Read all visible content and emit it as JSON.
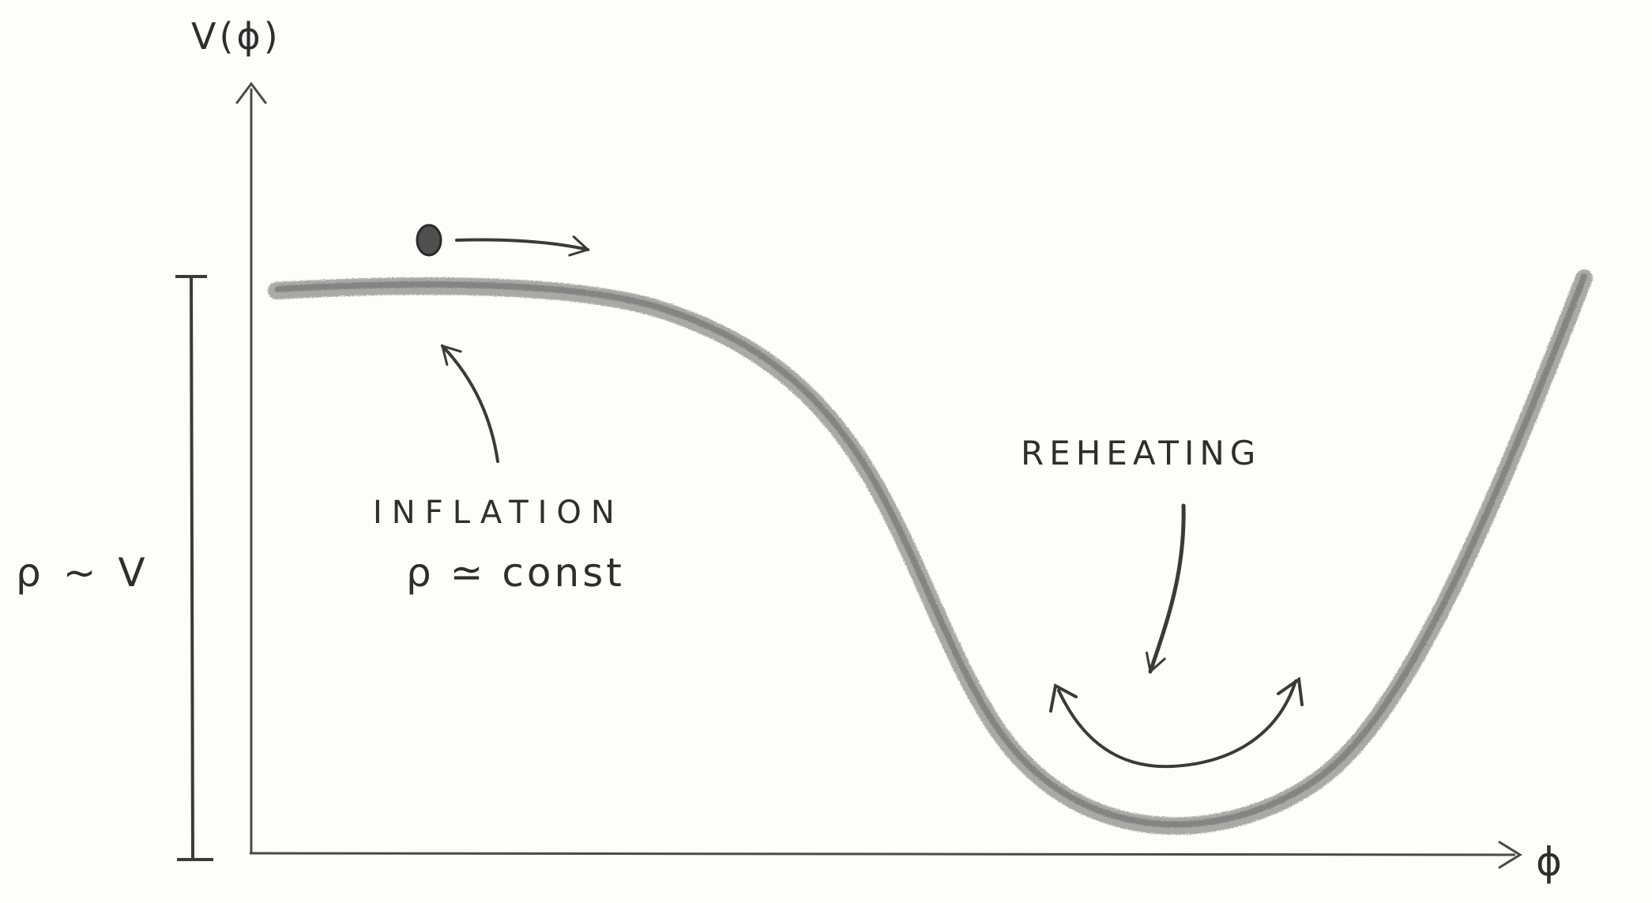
{
  "labels": {
    "y_axis": "V(ϕ)",
    "x_axis": "ϕ",
    "scale": "ρ ~ V",
    "inflation_title": "INFLATION",
    "inflation_sub": "ρ ≃ const",
    "reheating": "REHEATING"
  }
}
